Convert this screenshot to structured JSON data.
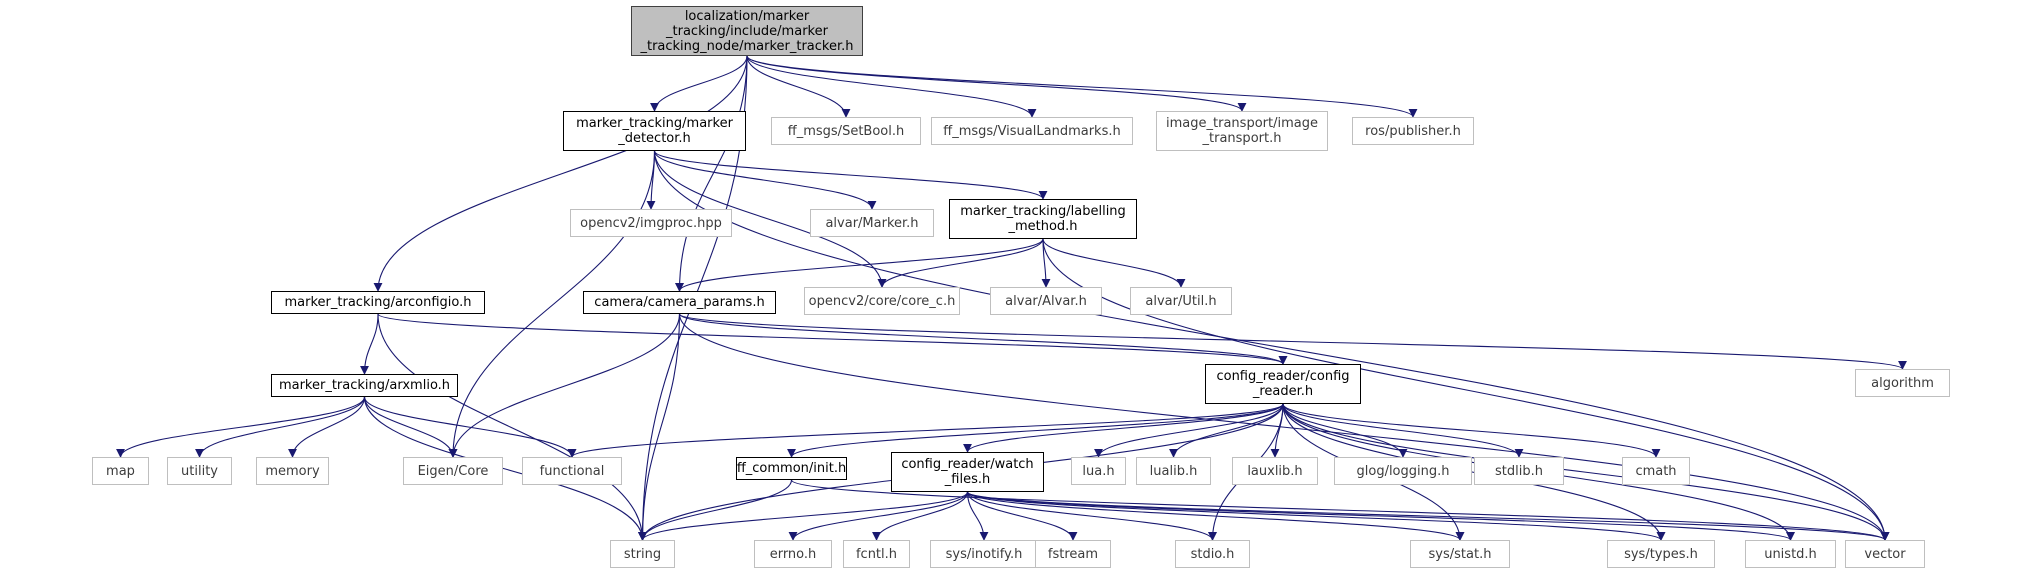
{
  "diagram": {
    "nodes": [
      {
        "id": "root",
        "label": "localization/marker\n_tracking/include/marker\n_tracking_node/marker_tracker.h",
        "kind": "root"
      },
      {
        "id": "detector",
        "label": "marker_tracking/marker\n_detector.h",
        "kind": "local"
      },
      {
        "id": "setbool",
        "label": "ff_msgs/SetBool.h",
        "kind": "ext"
      },
      {
        "id": "visland",
        "label": "ff_msgs/VisualLandmarks.h",
        "kind": "ext"
      },
      {
        "id": "imgtrans",
        "label": "image_transport/image\n_transport.h",
        "kind": "ext"
      },
      {
        "id": "rospub",
        "label": "ros/publisher.h",
        "kind": "ext"
      },
      {
        "id": "imgproc",
        "label": "opencv2/imgproc.hpp",
        "kind": "ext"
      },
      {
        "id": "marker",
        "label": "alvar/Marker.h",
        "kind": "ext"
      },
      {
        "id": "labelling",
        "label": "marker_tracking/labelling\n_method.h",
        "kind": "local"
      },
      {
        "id": "arconfig",
        "label": "marker_tracking/arconfigio.h",
        "kind": "local"
      },
      {
        "id": "camparams",
        "label": "camera/camera_params.h",
        "kind": "local"
      },
      {
        "id": "corec",
        "label": "opencv2/core/core_c.h",
        "kind": "ext"
      },
      {
        "id": "alvar",
        "label": "alvar/Alvar.h",
        "kind": "ext"
      },
      {
        "id": "util",
        "label": "alvar/Util.h",
        "kind": "ext"
      },
      {
        "id": "algorithm",
        "label": "algorithm",
        "kind": "ext"
      },
      {
        "id": "arxml",
        "label": "marker_tracking/arxmlio.h",
        "kind": "local"
      },
      {
        "id": "config",
        "label": "config_reader/config\n_reader.h",
        "kind": "local"
      },
      {
        "id": "map",
        "label": "map",
        "kind": "ext"
      },
      {
        "id": "utility",
        "label": "utility",
        "kind": "ext"
      },
      {
        "id": "memory",
        "label": "memory",
        "kind": "ext"
      },
      {
        "id": "eigen",
        "label": "Eigen/Core",
        "kind": "ext"
      },
      {
        "id": "functional",
        "label": "functional",
        "kind": "ext"
      },
      {
        "id": "ffinit",
        "label": "ff_common/init.h",
        "kind": "local"
      },
      {
        "id": "watch",
        "label": "config_reader/watch\n_files.h",
        "kind": "local"
      },
      {
        "id": "lua",
        "label": "lua.h",
        "kind": "ext"
      },
      {
        "id": "lualib",
        "label": "lualib.h",
        "kind": "ext"
      },
      {
        "id": "lauxlib",
        "label": "lauxlib.h",
        "kind": "ext"
      },
      {
        "id": "glog",
        "label": "glog/logging.h",
        "kind": "ext"
      },
      {
        "id": "stdlib",
        "label": "stdlib.h",
        "kind": "ext"
      },
      {
        "id": "cmath",
        "label": "cmath",
        "kind": "ext"
      },
      {
        "id": "string",
        "label": "string",
        "kind": "ext"
      },
      {
        "id": "errno",
        "label": "errno.h",
        "kind": "ext"
      },
      {
        "id": "fcntl",
        "label": "fcntl.h",
        "kind": "ext"
      },
      {
        "id": "inotify",
        "label": "sys/inotify.h",
        "kind": "ext"
      },
      {
        "id": "fstream",
        "label": "fstream",
        "kind": "ext"
      },
      {
        "id": "stdio",
        "label": "stdio.h",
        "kind": "ext"
      },
      {
        "id": "sysstat",
        "label": "sys/stat.h",
        "kind": "ext"
      },
      {
        "id": "systypes",
        "label": "sys/types.h",
        "kind": "ext"
      },
      {
        "id": "unistd",
        "label": "unistd.h",
        "kind": "ext"
      },
      {
        "id": "vector",
        "label": "vector",
        "kind": "ext"
      }
    ],
    "edges": [
      [
        "root",
        "string"
      ],
      [
        "root",
        "detector"
      ],
      [
        "root",
        "setbool"
      ],
      [
        "root",
        "visland"
      ],
      [
        "root",
        "imgtrans"
      ],
      [
        "root",
        "rospub"
      ],
      [
        "root",
        "arconfig"
      ],
      [
        "root",
        "camparams"
      ],
      [
        "detector",
        "imgproc"
      ],
      [
        "detector",
        "marker"
      ],
      [
        "detector",
        "labelling"
      ],
      [
        "detector",
        "corec"
      ],
      [
        "detector",
        "eigen"
      ],
      [
        "detector",
        "vector"
      ],
      [
        "labelling",
        "camparams"
      ],
      [
        "labelling",
        "corec"
      ],
      [
        "labelling",
        "alvar"
      ],
      [
        "labelling",
        "util"
      ],
      [
        "labelling",
        "vector"
      ],
      [
        "arconfig",
        "arxml"
      ],
      [
        "arconfig",
        "config"
      ],
      [
        "arconfig",
        "string"
      ],
      [
        "camparams",
        "config"
      ],
      [
        "camparams",
        "eigen"
      ],
      [
        "camparams",
        "string"
      ],
      [
        "camparams",
        "algorithm"
      ],
      [
        "camparams",
        "vector"
      ],
      [
        "arxml",
        "map"
      ],
      [
        "arxml",
        "utility"
      ],
      [
        "arxml",
        "memory"
      ],
      [
        "arxml",
        "eigen"
      ],
      [
        "arxml",
        "functional"
      ],
      [
        "arxml",
        "string"
      ],
      [
        "config",
        "functional"
      ],
      [
        "config",
        "ffinit"
      ],
      [
        "config",
        "watch"
      ],
      [
        "config",
        "lua"
      ],
      [
        "config",
        "lualib"
      ],
      [
        "config",
        "lauxlib"
      ],
      [
        "config",
        "glog"
      ],
      [
        "config",
        "stdlib"
      ],
      [
        "config",
        "cmath"
      ],
      [
        "config",
        "string"
      ],
      [
        "config",
        "stdio"
      ],
      [
        "config",
        "sysstat"
      ],
      [
        "config",
        "systypes"
      ],
      [
        "config",
        "unistd"
      ],
      [
        "config",
        "vector"
      ],
      [
        "ffinit",
        "string"
      ],
      [
        "ffinit",
        "vector"
      ],
      [
        "watch",
        "string"
      ],
      [
        "watch",
        "errno"
      ],
      [
        "watch",
        "fcntl"
      ],
      [
        "watch",
        "inotify"
      ],
      [
        "watch",
        "fstream"
      ],
      [
        "watch",
        "stdio"
      ],
      [
        "watch",
        "sysstat"
      ],
      [
        "watch",
        "systypes"
      ],
      [
        "watch",
        "unistd"
      ],
      [
        "watch",
        "vector"
      ]
    ]
  },
  "colors": {
    "edge": "#191970",
    "local_border": "#000000",
    "ext_border": "#bfbfbf",
    "root_fill": "#bfbfbf"
  }
}
